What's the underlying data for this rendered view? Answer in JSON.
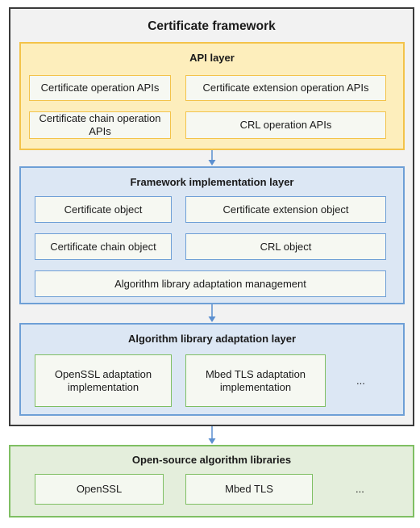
{
  "title": "Certificate framework",
  "api_layer": {
    "title": "API layer",
    "items": [
      "Certificate operation APIs",
      "Certificate extension operation APIs",
      "Certificate chain operation APIs",
      "CRL operation APIs"
    ]
  },
  "framework_layer": {
    "title": "Framework implementation layer",
    "items": [
      "Certificate object",
      "Certificate extension object",
      "Certificate chain object",
      "CRL object",
      "Algorithm library adaptation management"
    ]
  },
  "adaptation_layer": {
    "title": "Algorithm library adaptation layer",
    "items": [
      "OpenSSL adaptation implementation",
      "Mbed TLS adaptation implementation"
    ],
    "more": "..."
  },
  "open_source": {
    "title": "Open-source algorithm libraries",
    "items": [
      "OpenSSL",
      "Mbed TLS"
    ],
    "more": "..."
  },
  "colors": {
    "api_fill": "#fdeebc",
    "api_border": "#f3c34a",
    "framework_fill": "#dce7f4",
    "framework_border": "#6e9fd6",
    "open_source_fill": "#e4eedc",
    "open_source_border": "#7fbf63",
    "arrow": "#5b8fd0"
  }
}
